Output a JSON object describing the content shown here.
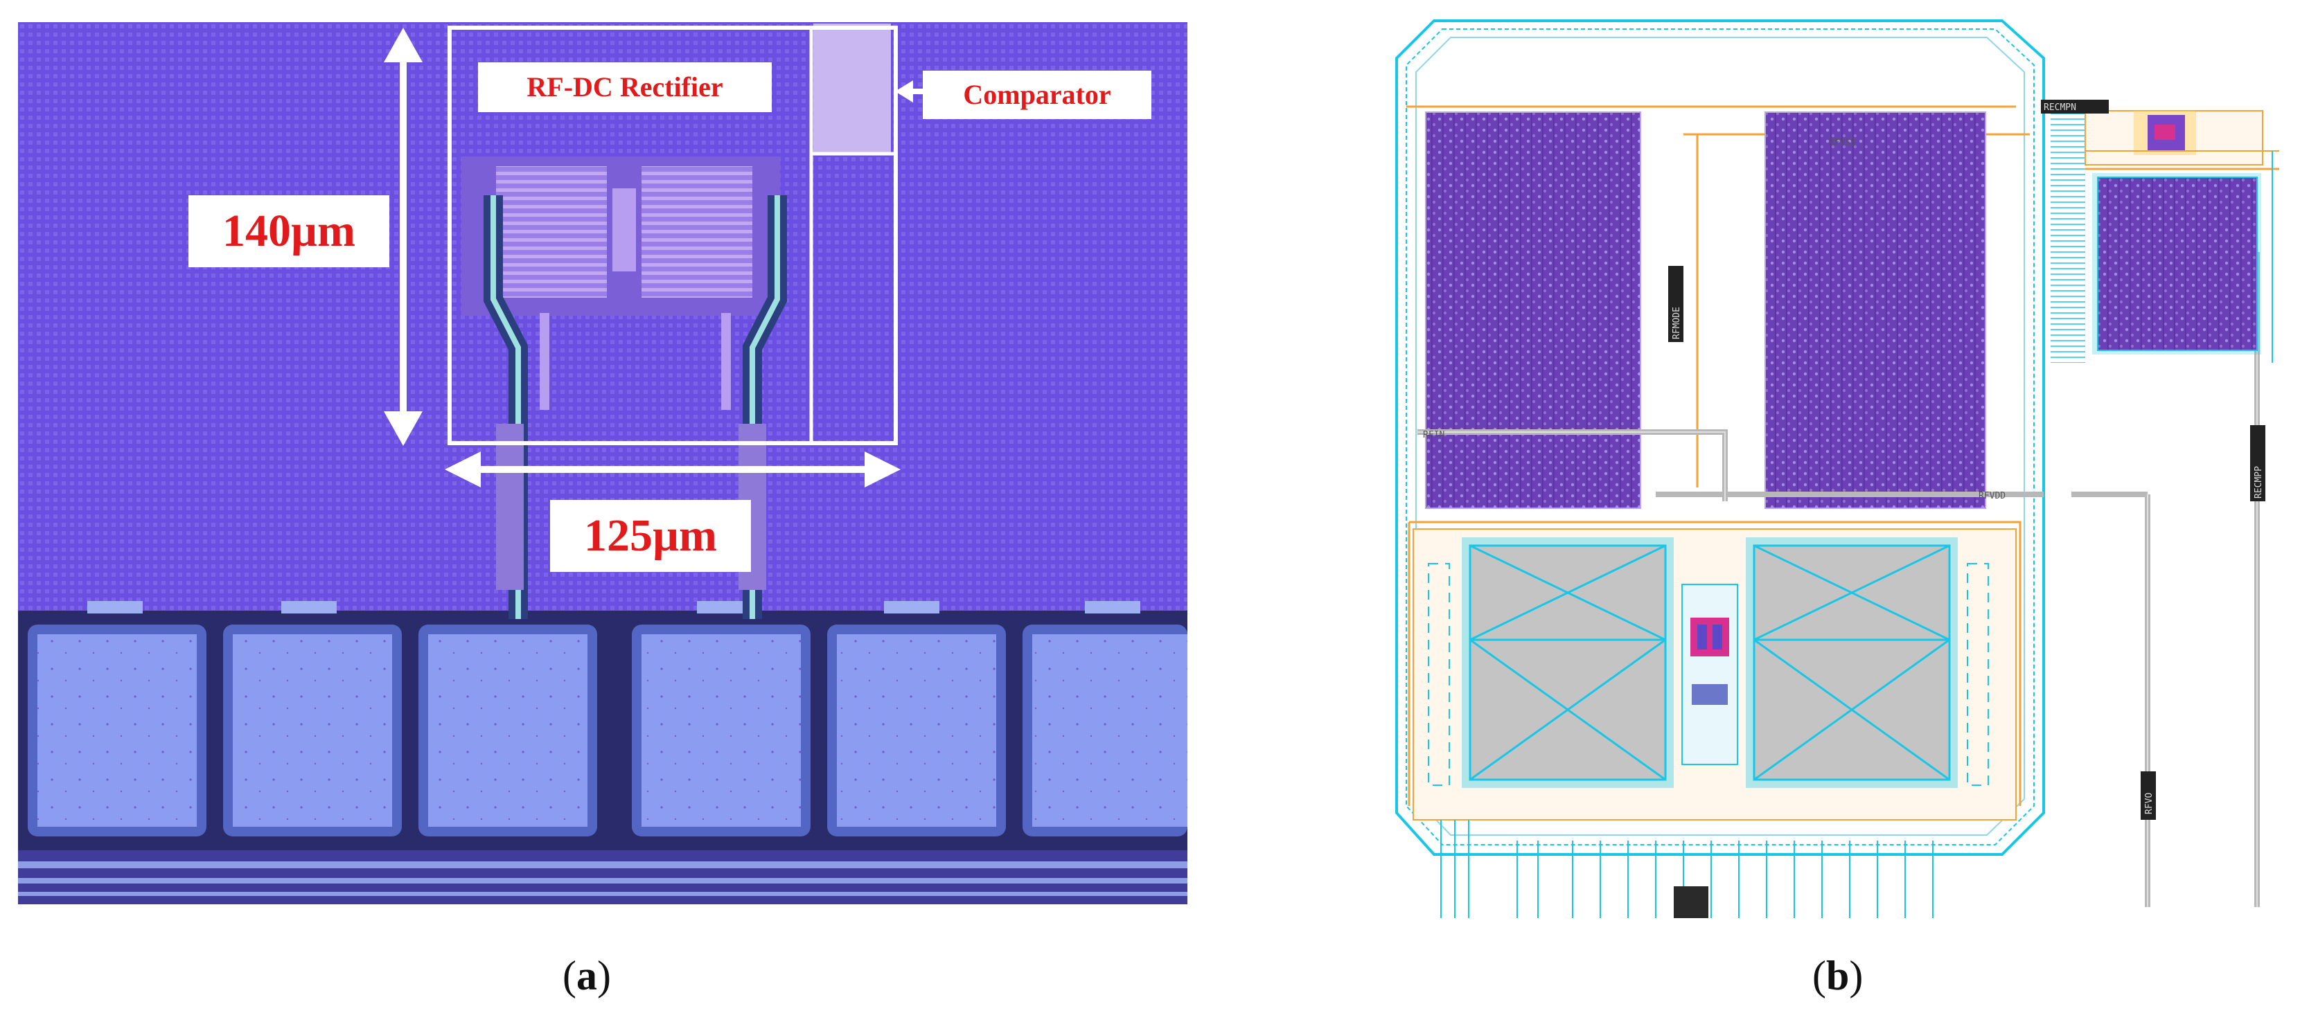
{
  "panel_a": {
    "labels": {
      "rectifier": "RF-DC Rectifier",
      "comparator": "Comparator",
      "height_dim": "140µm",
      "width_dim": "125µm"
    },
    "caption_letter": "a"
  },
  "panel_b": {
    "net_labels": {
      "recmpn": "RECMPN",
      "rfmode": "RFMODE",
      "recmpp": "RECMPP",
      "rfvo": "RFVO",
      "rfin": "RFIN",
      "rfvss": "RFVSS",
      "rfvdd": "RFVDD"
    },
    "caption_letter": "b"
  },
  "colors": {
    "die_background": "#6a4fe0",
    "pad_fill": "#8c9cf0",
    "annotation_red": "#e11b1b",
    "layout_cyan": "#19c6e6",
    "layout_orange": "#f2a33a",
    "layout_purple": "#6b3fb5"
  }
}
